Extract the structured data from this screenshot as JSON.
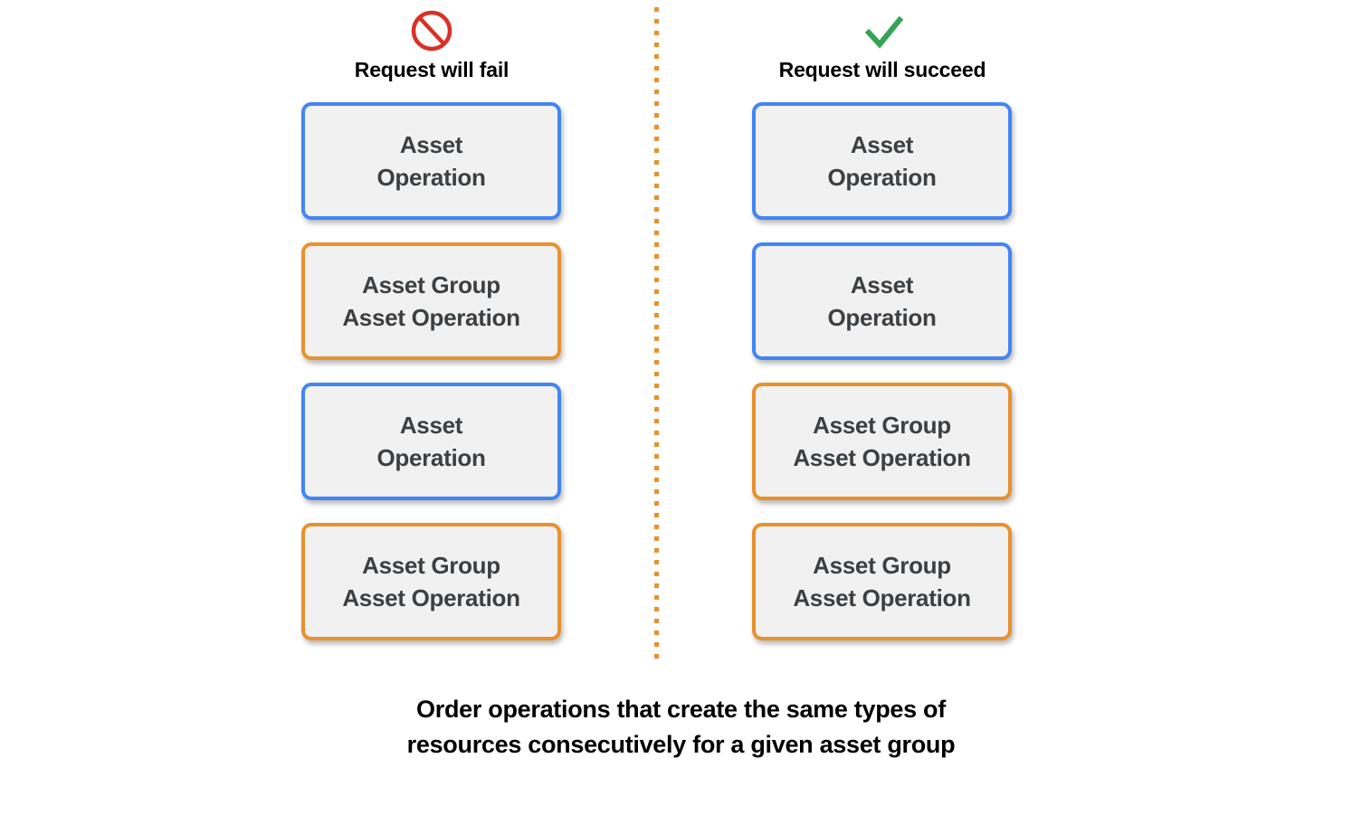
{
  "colors": {
    "background": "#ffffff",
    "blue_border": "#4285f4",
    "orange_border": "#e8912d",
    "box_fill": "#f1f1f1",
    "box_text": "#3c4043",
    "fail_icon": "#d93025",
    "succeed_icon": "#34a353",
    "divider": "#e8912d",
    "heading_text": "#000000"
  },
  "columns": [
    {
      "id": "fail",
      "icon": "prohibited-icon",
      "header": "Request will fail",
      "boxes": [
        {
          "border": "blue",
          "lines": [
            "Asset",
            "Operation"
          ]
        },
        {
          "border": "orange",
          "lines": [
            "Asset Group",
            "Asset Operation"
          ]
        },
        {
          "border": "blue",
          "lines": [
            "Asset",
            "Operation"
          ]
        },
        {
          "border": "orange",
          "lines": [
            "Asset Group",
            "Asset Operation"
          ]
        }
      ]
    },
    {
      "id": "succeed",
      "icon": "check-icon",
      "header": "Request will succeed",
      "boxes": [
        {
          "border": "blue",
          "lines": [
            "Asset",
            "Operation"
          ]
        },
        {
          "border": "blue",
          "lines": [
            "Asset",
            "Operation"
          ]
        },
        {
          "border": "orange",
          "lines": [
            "Asset Group",
            "Asset Operation"
          ]
        },
        {
          "border": "orange",
          "lines": [
            "Asset Group",
            "Asset Operation"
          ]
        }
      ]
    }
  ],
  "caption": {
    "line1": "Order operations that create the same types of",
    "line2": "resources consecutively for a given asset group"
  }
}
